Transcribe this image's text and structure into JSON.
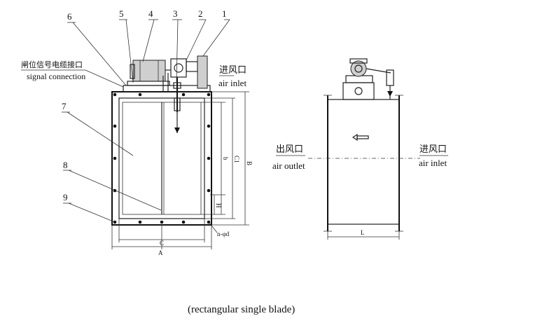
{
  "callouts": [
    "1",
    "2",
    "3",
    "4",
    "5",
    "6",
    "7",
    "8",
    "9"
  ],
  "signal_connection": {
    "cn": "闸位信号电缆接口",
    "en": "signal connection"
  },
  "front_view": {
    "air_inlet": {
      "cn": "进风口",
      "en": "air inlet"
    },
    "dimensions": {
      "A": "A",
      "C": "C",
      "B": "B",
      "C1": "C1",
      "b": "b",
      "H": "H",
      "nd": "n-φd"
    }
  },
  "side_view": {
    "air_outlet": {
      "cn": "出风口",
      "en": "air outlet"
    },
    "air_inlet": {
      "cn": "进风口",
      "en": "air inlet"
    },
    "dimensions": {
      "L": "L"
    }
  },
  "caption": "(rectangular single blade)"
}
